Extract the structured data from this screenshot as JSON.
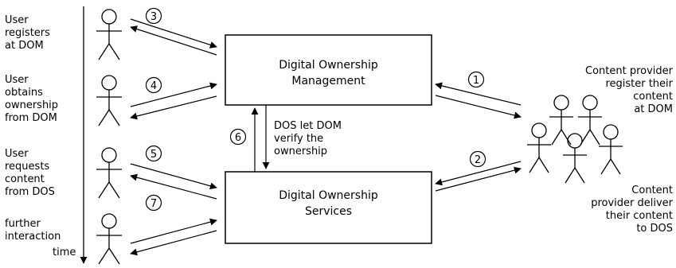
{
  "boxes": {
    "dom": [
      "Digital Ownership",
      "Management"
    ],
    "dos": [
      "Digital Ownership",
      "Services"
    ]
  },
  "user_steps": {
    "register": [
      "User",
      "registers",
      "at DOM"
    ],
    "obtain": [
      "User",
      "obtains",
      "ownership",
      "from DOM"
    ],
    "request": [
      "User",
      "requests",
      "content",
      "from DOS"
    ],
    "further": [
      "further",
      "interaction"
    ]
  },
  "time_label": "time",
  "verify_label": [
    "DOS let DOM",
    "verify the",
    "ownership"
  ],
  "provider_register": [
    "Content provider",
    "register their",
    "content",
    "at DOM"
  ],
  "provider_deliver": [
    "Content",
    "provider deliver",
    "their content",
    "to DOS"
  ],
  "step_numbers": [
    "1",
    "2",
    "3",
    "4",
    "5",
    "6",
    "7"
  ]
}
